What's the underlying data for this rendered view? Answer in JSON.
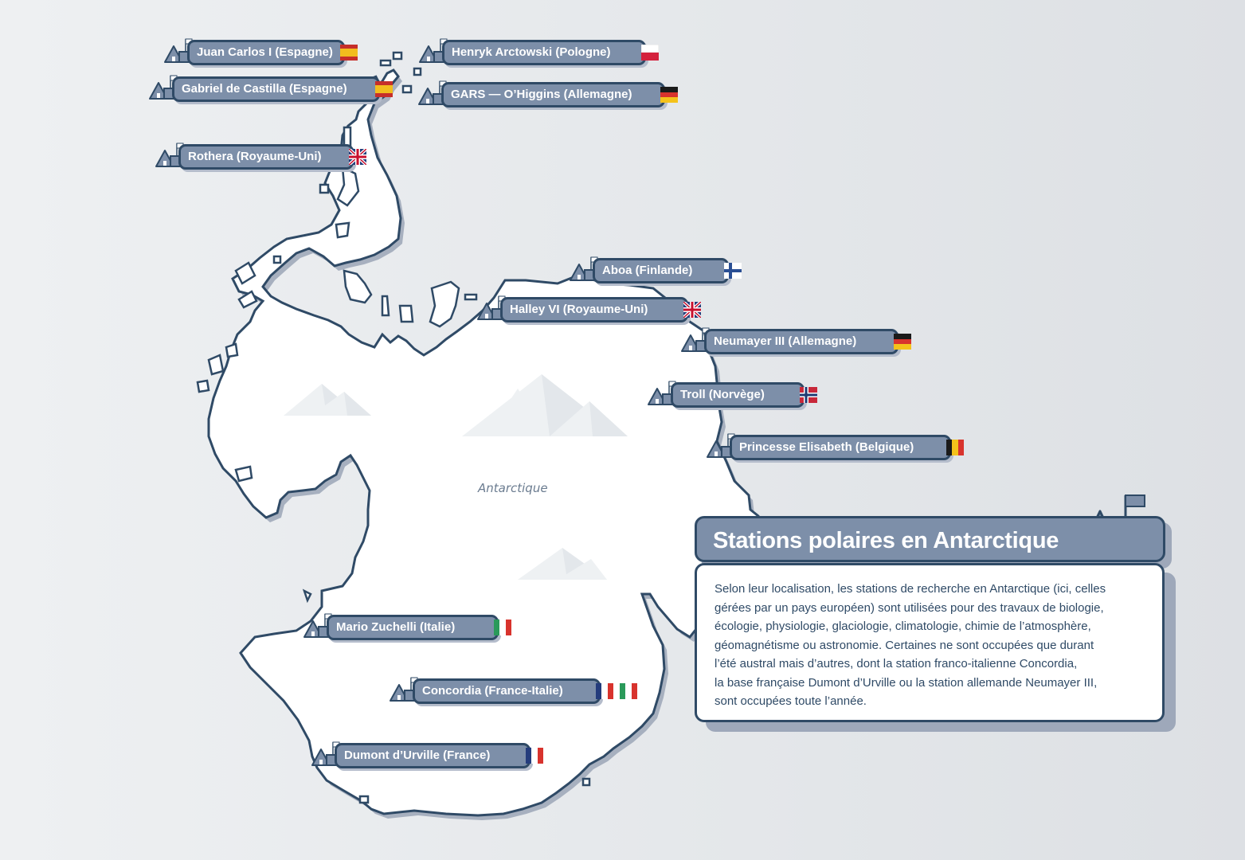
{
  "map": {
    "region_label": "Antarctique",
    "colors": {
      "land": "#ffffff",
      "coast": "#2f4a66",
      "label_fill": "#7d8fa9",
      "shadow": "#a7b0bf"
    }
  },
  "stations": [
    {
      "name": "Juan Carlos I (Espagne)",
      "flags": [
        "spain"
      ]
    },
    {
      "name": "Henryk Arctowski (Pologne)",
      "flags": [
        "poland"
      ]
    },
    {
      "name": "Gabriel de Castilla (Espagne)",
      "flags": [
        "spain"
      ]
    },
    {
      "name": "GARS — O’Higgins (Allemagne)",
      "flags": [
        "germany"
      ]
    },
    {
      "name": "Rothera (Royaume-Uni)",
      "flags": [
        "uk"
      ]
    },
    {
      "name": "Aboa (Finlande)",
      "flags": [
        "finland"
      ]
    },
    {
      "name": "Halley VI (Royaume-Uni)",
      "flags": [
        "uk"
      ]
    },
    {
      "name": "Neumayer III (Allemagne)",
      "flags": [
        "germany"
      ]
    },
    {
      "name": "Troll (Norvège)",
      "flags": [
        "norway"
      ]
    },
    {
      "name": "Princesse Elisabeth (Belgique)",
      "flags": [
        "belgium"
      ]
    },
    {
      "name": "Mario Zuchelli (Italie)",
      "flags": [
        "italy"
      ]
    },
    {
      "name": "Concordia (France-Italie)",
      "flags": [
        "france",
        "italy"
      ]
    },
    {
      "name": "Dumont d’Urville (France)",
      "flags": [
        "france"
      ]
    }
  ],
  "info": {
    "title": "Stations polaires en Antarctique",
    "body_lines": [
      "Selon leur localisation, les stations de recherche en Antarctique (ici, celles",
      "gérées par un pays européen) sont utilisées pour des travaux de biologie,",
      "écologie, physiologie, glaciologie, climatologie, chimie de l’atmosphère,",
      "géomagnétisme ou astronomie. Certaines ne sont occupées que durant",
      "l’été austral mais d’autres, dont la station franco-italienne Concordia,",
      "la base française Dumont d’Urville ou la station allemande Neumayer III,",
      "sont occupées toute l’année."
    ],
    "icon": "station-icon"
  }
}
